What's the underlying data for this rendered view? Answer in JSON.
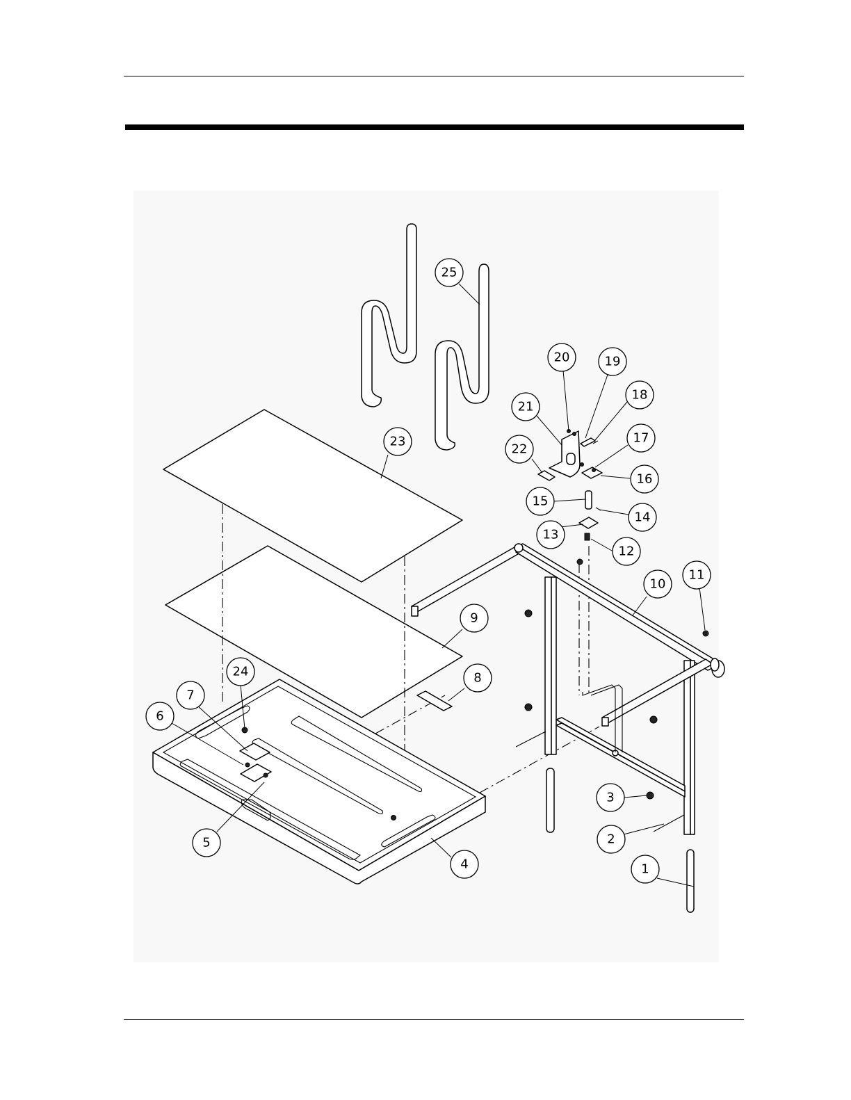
{
  "callouts": [
    {
      "label": "1"
    },
    {
      "label": "2"
    },
    {
      "label": "3"
    },
    {
      "label": "4"
    },
    {
      "label": "5"
    },
    {
      "label": "6"
    },
    {
      "label": "7"
    },
    {
      "label": "8"
    },
    {
      "label": "9"
    },
    {
      "label": "10"
    },
    {
      "label": "11"
    },
    {
      "label": "12"
    },
    {
      "label": "13"
    },
    {
      "label": "14"
    },
    {
      "label": "15"
    },
    {
      "label": "16"
    },
    {
      "label": "17"
    },
    {
      "label": "18"
    },
    {
      "label": "19"
    },
    {
      "label": "20"
    },
    {
      "label": "21"
    },
    {
      "label": "22"
    },
    {
      "label": "23"
    },
    {
      "label": "24"
    },
    {
      "label": "25"
    }
  ]
}
